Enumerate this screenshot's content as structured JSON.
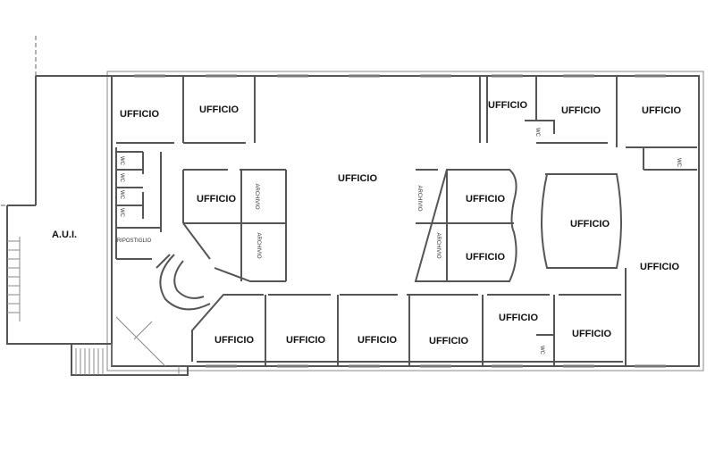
{
  "plan": {
    "aui": "A.U.I.",
    "office": "UFFICIO",
    "wc": "WC",
    "archive": "ARCHIVIO",
    "storage": "RIPOSTIGLIO"
  }
}
